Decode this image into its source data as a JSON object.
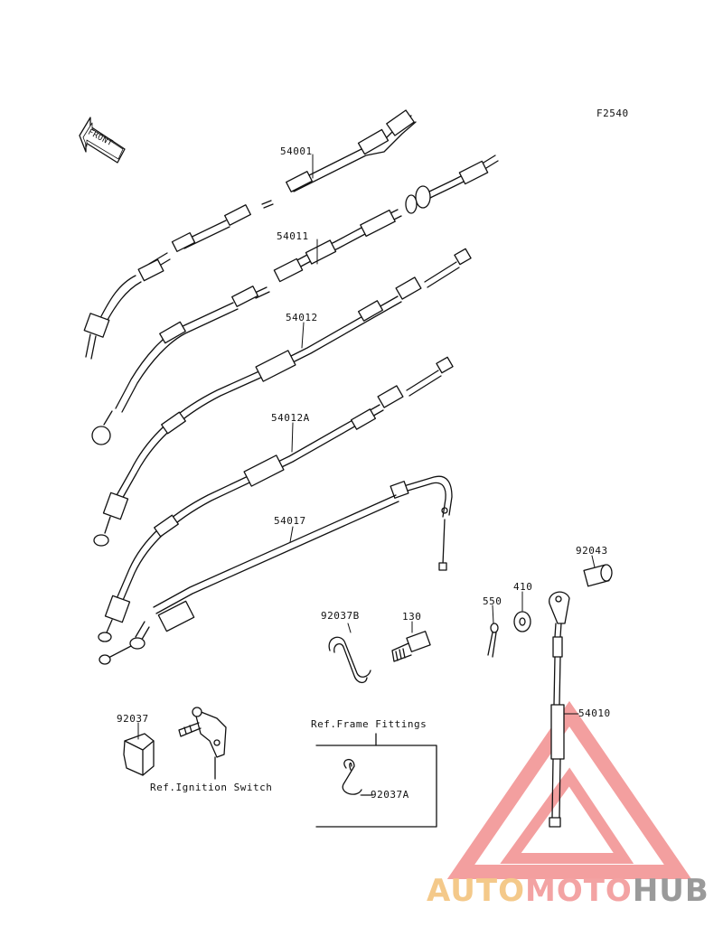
{
  "diagram": {
    "code": "F2540",
    "front_label": "FRONT",
    "parts": [
      {
        "id": "54001",
        "text": "54001"
      },
      {
        "id": "54011",
        "text": "54011"
      },
      {
        "id": "54012",
        "text": "54012"
      },
      {
        "id": "54012A",
        "text": "54012A"
      },
      {
        "id": "54017",
        "text": "54017"
      },
      {
        "id": "92043",
        "text": "92043"
      },
      {
        "id": "410",
        "text": "410"
      },
      {
        "id": "550",
        "text": "550"
      },
      {
        "id": "130",
        "text": "130"
      },
      {
        "id": "92037B",
        "text": "92037B"
      },
      {
        "id": "92037",
        "text": "92037"
      },
      {
        "id": "54010",
        "text": "54010"
      },
      {
        "id": "92037A",
        "text": "92037A"
      }
    ],
    "refs": {
      "frame_fittings": "Ref.Frame Fittings",
      "ignition_switch": "Ref.Ignition Switch"
    }
  },
  "watermark": {
    "part1": "AUTO",
    "part2": "MOTO",
    "part3": "HUB",
    "colors": {
      "auto": "#f4c98a",
      "moto": "#f3a3a3",
      "hub": "#9a9a9a",
      "triangle": "#f08080"
    }
  }
}
